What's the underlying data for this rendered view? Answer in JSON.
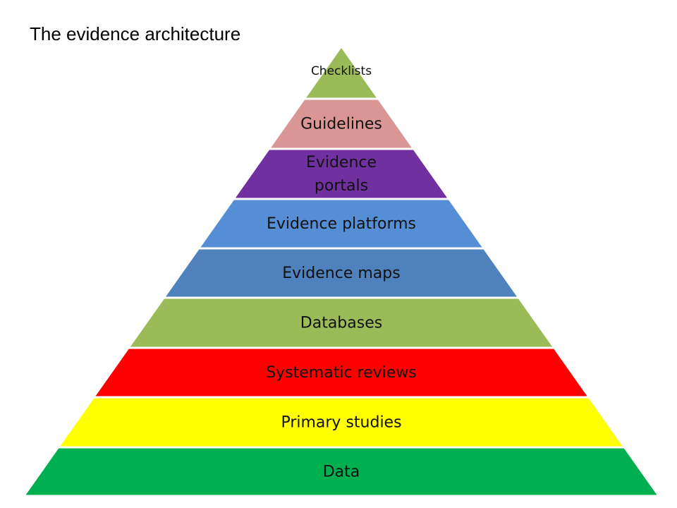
{
  "title": "The evidence architecture",
  "levels": [
    {
      "label": [
        "Checklists"
      ],
      "color": "#9bbb59",
      "small": true
    },
    {
      "label": [
        "Guidelines"
      ],
      "color": "#d99694"
    },
    {
      "label": [
        "Evidence",
        "portals"
      ],
      "color": "#7030a0"
    },
    {
      "label": [
        "Evidence  platforms"
      ],
      "color": "#558ed5"
    },
    {
      "label": [
        "Evidence  maps"
      ],
      "color": "#4f81bd"
    },
    {
      "label": [
        "Databases"
      ],
      "color": "#9bbb59"
    },
    {
      "label": [
        "Systematic reviews"
      ],
      "color": "#ff0000"
    },
    {
      "label": [
        "Primary studies"
      ],
      "color": "#ffff00"
    },
    {
      "label": [
        "Data"
      ],
      "color": "#00b050"
    }
  ]
}
